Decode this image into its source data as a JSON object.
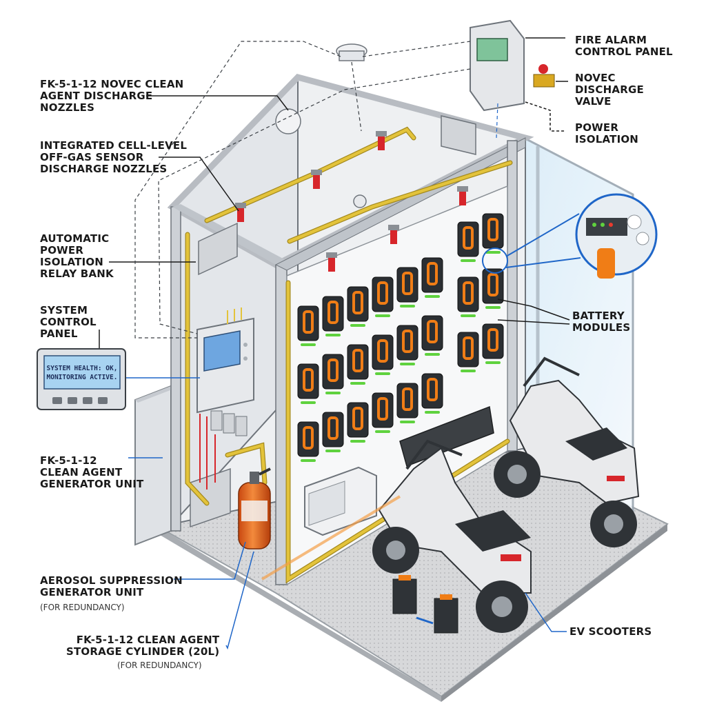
{
  "labels": {
    "novec_nozzles": "FK-5-1-12 NOVEC CLEAN\nAGENT DISCHARGE\nNOZZLES",
    "offgas_sensor": "INTEGRATED CELL-LEVEL\nOFF-GAS SENSOR\nDISCHARGE NOZZLES",
    "power_relay": "AUTOMATIC\nPOWER\nISOLATION\nRELAY BANK",
    "system_control": "SYSTEM\nCONTROL\nPANEL",
    "generator_unit": "FK-5-1-12\nCLEAN AGENT\nGENERATOR UNIT",
    "aerosol_unit": "AEROSOL SUPPRESSION\nGENERATOR UNIT",
    "aerosol_note": "(FOR REDUNDANCY)",
    "storage_cylinder": "FK-5-1-12 CLEAN AGENT\nSTORAGE CYLINDER (20L)",
    "storage_note": "(FOR REDUNDANCY)",
    "fire_alarm": "FIRE ALARM\nCONTROL PANEL",
    "novec_valve": "NOVEC\nDISCHARGE\nVALVE",
    "power_isolation": "POWER\nISOLATION",
    "battery_modules": "BATTERY\nMODULES",
    "ev_scooters": "EV SCOOTERS"
  },
  "control_screen": "SYSTEM HEALTH: OK,\nMONITORING ACTIVE.",
  "colors": {
    "pipe": "#e3c33b",
    "battery_orange": "#f07d16",
    "status_green": "#5fd23e",
    "leader_blue": "#1f66c8",
    "cylinder_red": "#e85a1c",
    "frame": "#c9cdd2"
  }
}
